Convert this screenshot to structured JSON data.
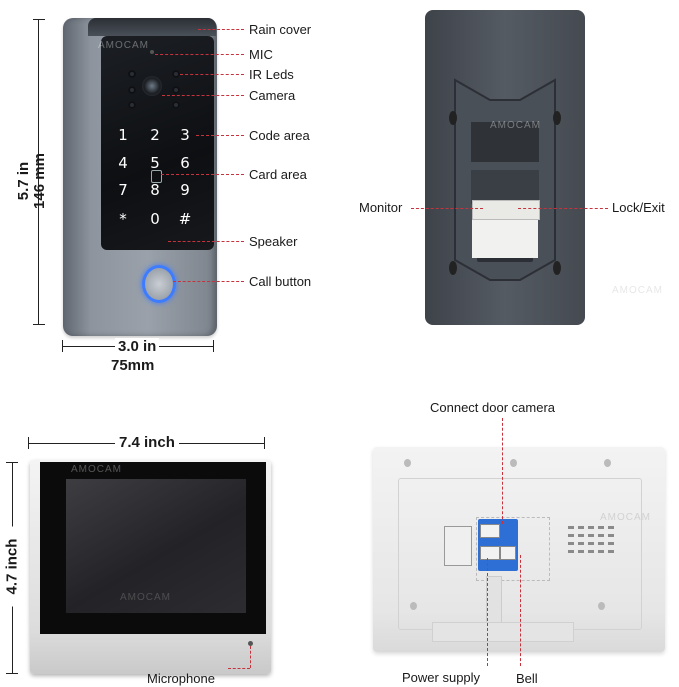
{
  "panel_door_front": {
    "labels": {
      "rain_cover": "Rain cover",
      "mic": "MIC",
      "ir_leds": "IR Leds",
      "camera": "Camera",
      "code_area": "Code area",
      "card_area": "Card area",
      "speaker": "Speaker",
      "call_button": "Call button"
    },
    "keypad": [
      "1",
      "2",
      "3",
      "4",
      "5",
      "6",
      "7",
      "8",
      "9",
      "*",
      "0",
      "#"
    ],
    "height_in": "5.7 in",
    "height_mm": "146 mm",
    "width_in": "3.0 in",
    "width_mm": "75mm",
    "watermark": "AMOCAM"
  },
  "panel_door_back": {
    "labels": {
      "monitor": "Monitor",
      "lock_exit": "Lock/Exit"
    },
    "watermark": "AMOCAM"
  },
  "panel_monitor_front": {
    "width_in": "7.4 inch",
    "height_in": "4.7 inch",
    "microphone": "Microphone",
    "watermark": "AMOCAM"
  },
  "panel_monitor_back": {
    "labels": {
      "connect_door_camera": "Connect door camera",
      "power_supply": "Power supply",
      "bell": "Bell"
    },
    "watermark": "AMOCAM"
  },
  "colors": {
    "leader": "#c8323c",
    "call_ring": "#3d7bff"
  }
}
